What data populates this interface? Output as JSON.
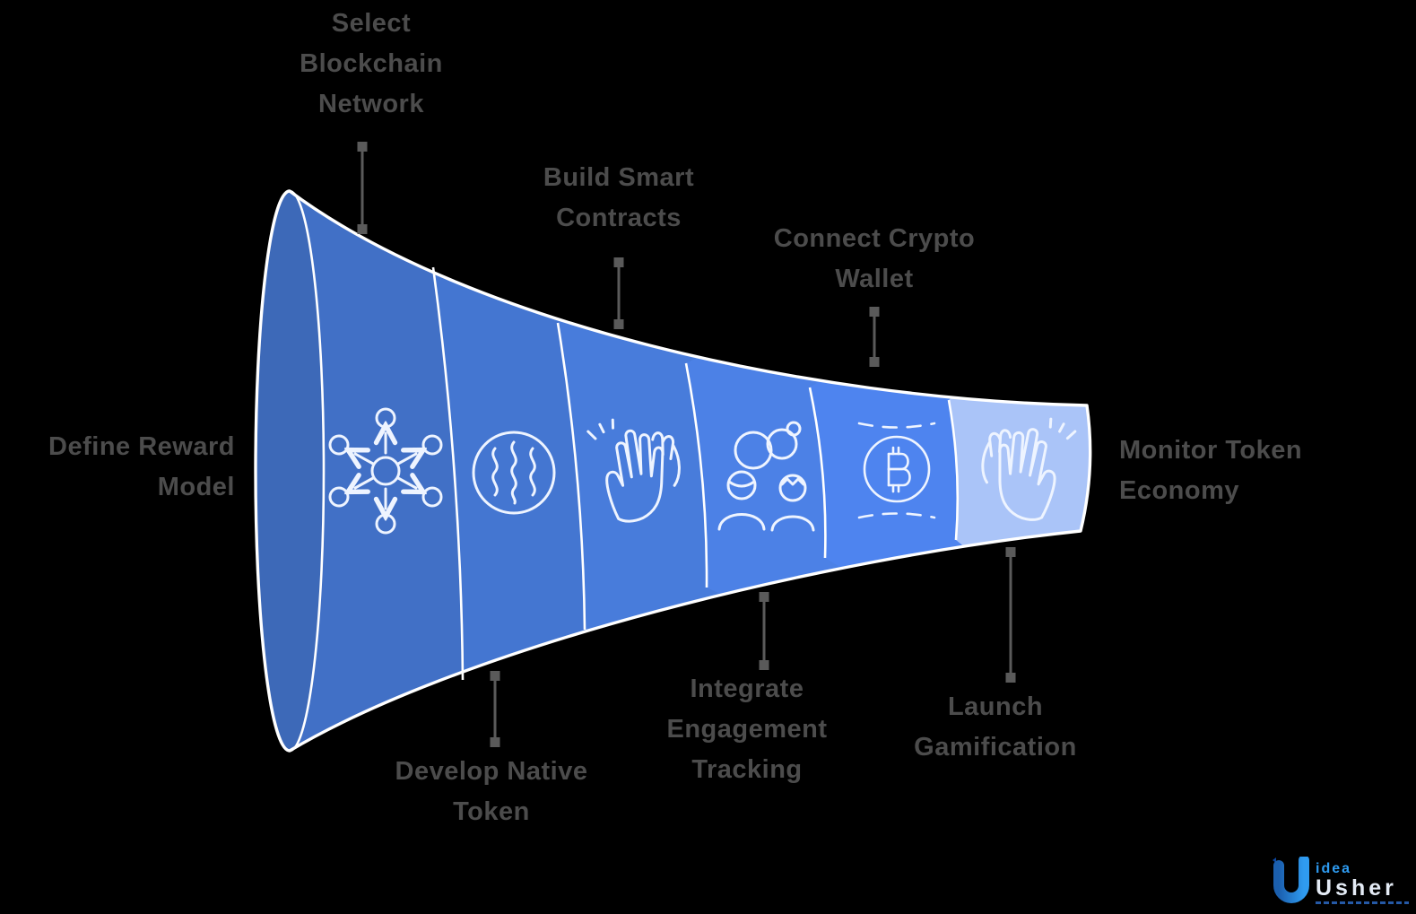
{
  "page": {
    "background": "#000000"
  },
  "labels": {
    "text_color": "#4c4c4c",
    "define_reward_model": {
      "lines": [
        "Define Reward",
        "Model"
      ]
    },
    "select_blockchain_network": {
      "lines": [
        "Select",
        "Blockchain",
        "Network"
      ]
    },
    "build_smart_contracts": {
      "lines": [
        "Build Smart",
        "Contracts"
      ]
    },
    "connect_crypto_wallet": {
      "lines": [
        "Connect Crypto",
        "Wallet"
      ]
    },
    "develop_native_token": {
      "lines": [
        "Develop Native",
        "Token"
      ]
    },
    "integrate_engagement_tracking": {
      "lines": [
        "Integrate",
        "Engagement",
        "Tracking"
      ]
    },
    "launch_gamification": {
      "lines": [
        "Launch",
        "Gamification"
      ]
    },
    "monitor_token_economy": {
      "lines": [
        "Monitor Token",
        "Economy"
      ]
    }
  },
  "funnel": {
    "outline_color": "#ffffff",
    "icon_stroke": "#eef4ff",
    "mouth_color": "#3d69b8",
    "segments": [
      {
        "label": "Select Blockchain Network",
        "icon": "blockchain-network-icon",
        "color": "#4170c6"
      },
      {
        "label": "Develop Native Token",
        "icon": "token-waves-icon",
        "color": "#4476d1"
      },
      {
        "label": "Build Smart Contracts",
        "icon": "high-five-icon",
        "color": "#487cdb"
      },
      {
        "label": "Integrate Engagement Tracking",
        "icon": "users-link-icon",
        "color": "#4c81e6"
      },
      {
        "label": "Connect Crypto Wallet",
        "icon": "bitcoin-wallet-icon",
        "color": "#4e84ef"
      },
      {
        "label": "Launch Gamification",
        "icon": "waving-hands-icon",
        "color": "#aac4f8"
      }
    ]
  },
  "connectors": {
    "color": "#5a5a5a"
  },
  "logo": {
    "word_top": "idea",
    "word_bottom": "Usher",
    "accent_color": "#2e9bf0",
    "text_color": "#e4ebf5"
  }
}
